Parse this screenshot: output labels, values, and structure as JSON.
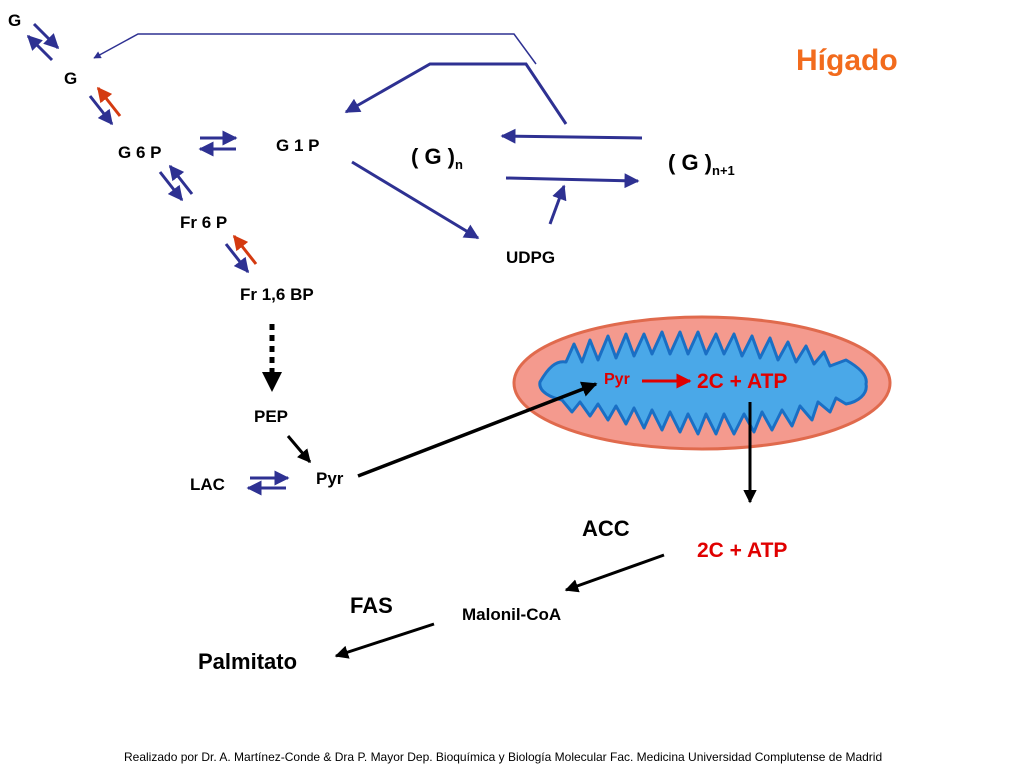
{
  "title": "Hígado",
  "colors": {
    "pathway": "#2e3192",
    "regulated": "#d43a10",
    "title": "#f26b1d",
    "mito_outer": "#f49a8e",
    "mito_inner": "#4aa8e8",
    "highlight_red": "#e00000"
  },
  "labels": {
    "g_top": "G",
    "g": "G",
    "g6p": "G 6 P",
    "g1p": "G 1 P",
    "fr6p": "Fr 6 P",
    "fr16bp": "Fr 1,6 BP",
    "pep": "PEP",
    "pyr": "Pyr",
    "lac": "LAC",
    "udpg": "UDPG",
    "gn_main": "( G )",
    "gn_sub": "n",
    "gn1_main": "( G )",
    "gn1_sub": "n+1",
    "mito_pyr": "Pyr",
    "mito_product": "2C + ATP",
    "cyto_product": "2C + ATP",
    "acc": "ACC",
    "fas": "FAS",
    "malonil": "Malonil-CoA",
    "palmitato": "Palmitato"
  },
  "credit": "Realizado por Dr. A. Martínez-Conde & Dra P. Mayor Dep. Bioquímica y Biología Molecular Fac. Medicina Universidad Complutense de Madrid"
}
